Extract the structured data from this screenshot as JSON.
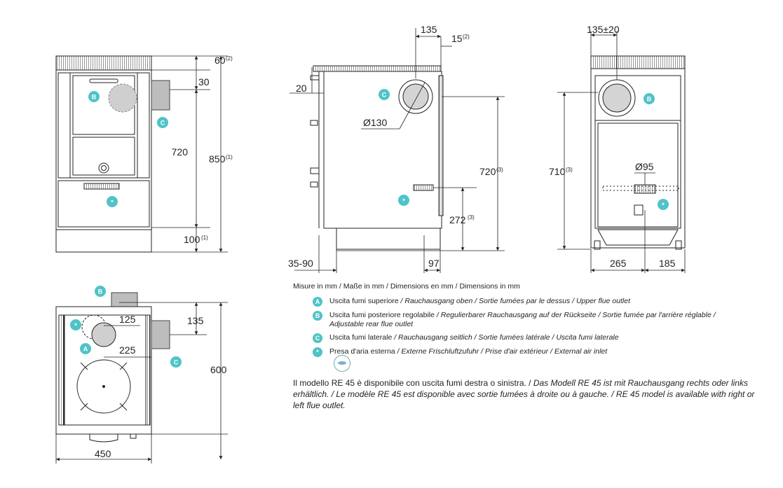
{
  "dimensions": {
    "front": {
      "top_depth": "60",
      "top_depth_note": "(2)",
      "flue_offset": "30",
      "flue_height": "720",
      "total_height": "850",
      "total_height_note": "(1)",
      "base_height": "100",
      "base_height_note": "(1)"
    },
    "side": {
      "flue_from_back": "135",
      "back_gap": "15",
      "back_gap_note": "(2)",
      "top_offset": "20",
      "flue_diameter": "Ø130",
      "flue_height": "720",
      "flue_height_note": "(3)",
      "air_inlet_height": "272",
      "air_inlet_height_note": "(3)",
      "wall_distance": "35-90",
      "air_inlet_depth": "97"
    },
    "rear": {
      "flue_offset": "135±20",
      "flue_height": "710",
      "flue_height_note": "(3)",
      "air_inlet_diameter": "Ø95",
      "left_width": "265",
      "right_width": "185"
    },
    "top": {
      "rear_flue_offset": "125",
      "side_flue_offset": "135",
      "top_flue_offset": "225",
      "depth": "600",
      "width": "450"
    }
  },
  "badges": {
    "a": "A",
    "b": "B",
    "c": "C",
    "air": "*"
  },
  "legend": {
    "units": "Misure in mm / Maße in mm / Dimensions en mm / Dimensions in mm",
    "items": [
      {
        "badge": "A",
        "main": "Uscita fumi superiore",
        "rest": " / Rauchausgang oben  / Sortie fumées par le dessus / Upper flue outlet",
        "cont": ""
      },
      {
        "badge": "B",
        "main": "Uscita fumi posteriore regolabile",
        "rest": " /  Regulierbarer Rauchausgang auf der Rückseite / Sortie fumée par l'arrière réglable /",
        "cont": "Adjustable rear flue outlet"
      },
      {
        "badge": "C",
        "main": "Uscita fumi laterale",
        "rest": " / Rauchausgang seitlich  / Sortie fumées latérale / Uscita fumi laterale",
        "cont": ""
      },
      {
        "badge": "*",
        "main": "Presa d'aria esterna",
        "rest": " / Externe Frischluftzufuhr / Prise d'air extérieur / External air inlet",
        "cont": ""
      }
    ],
    "note_main": "Il modello RE 45 è disponibile con uscita fumi destra o sinistra. / ",
    "note_rest": "Das Modell RE 45 ist mit Rauchausgang rechts oder links erhältlich. / Le modèle RE 45 est disponible avec sortie fumées à droite ou à gauche. / RE 45 model is available with right or left flue outlet."
  }
}
